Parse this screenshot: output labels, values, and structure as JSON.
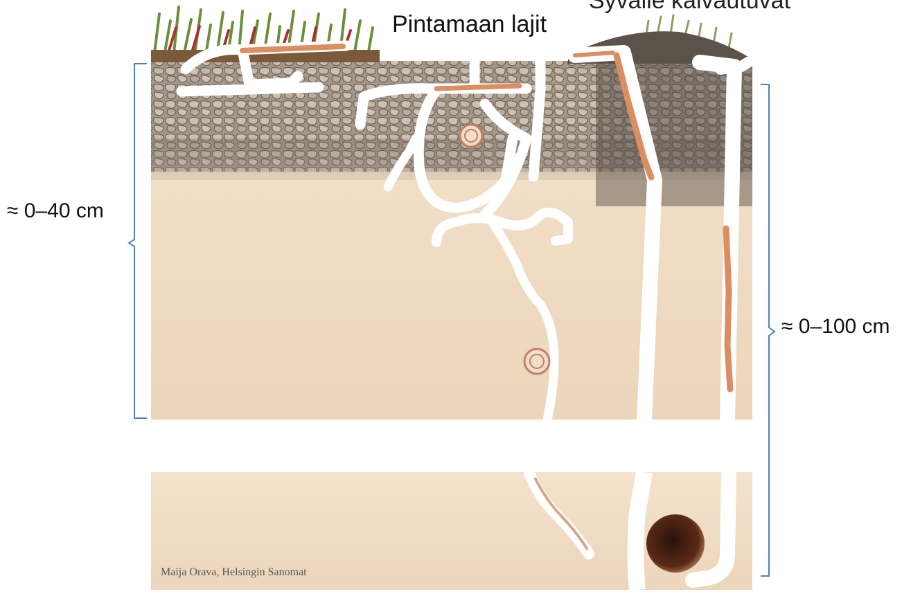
{
  "title_left": "Pintamaan lajit",
  "title_right": "Syvälle kaivautuvat",
  "depth_left": "≈ 0–40 cm",
  "depth_right": "≈ 0–100 cm",
  "credit": "Maija Orava, Helsingin Sanomat",
  "colors": {
    "soil_light": "#f1ddc3",
    "soil_dark": "#6f655b",
    "tunnel": "#ffffff",
    "worm": "#dc8e63",
    "bracket": "#4f81bd",
    "grass": "#6b8f3a",
    "grass_red": "#a8332e",
    "hole": "#5a2a17"
  }
}
